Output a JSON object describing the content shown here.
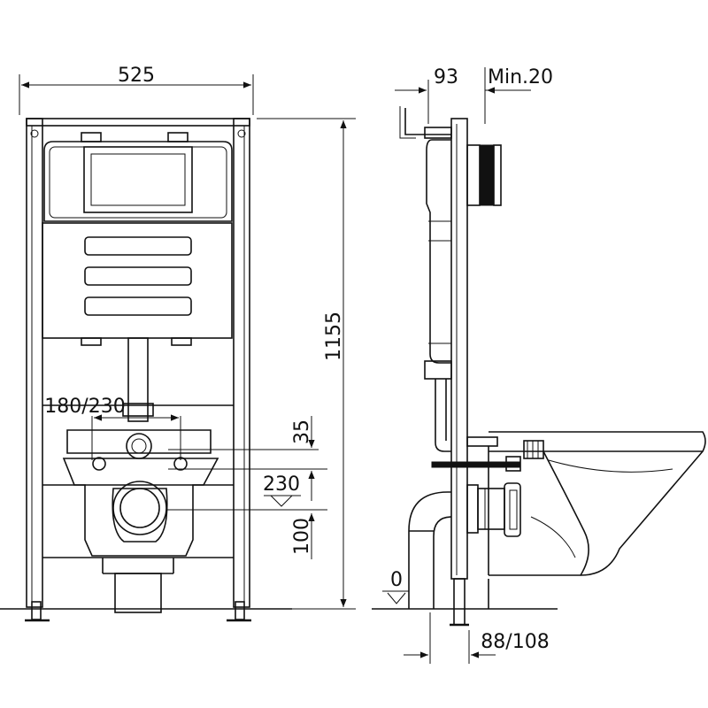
{
  "dimensions": {
    "frame_width": "525",
    "frame_depth": "93",
    "min_wall_gap": "Min.20",
    "frame_height": "1155",
    "flush_pipe_spacing": "180/230",
    "flush_pipe_offset": "35",
    "drain_height": "230",
    "drain_offset": "100",
    "floor_level": "0",
    "foot_depth": "88/108"
  }
}
